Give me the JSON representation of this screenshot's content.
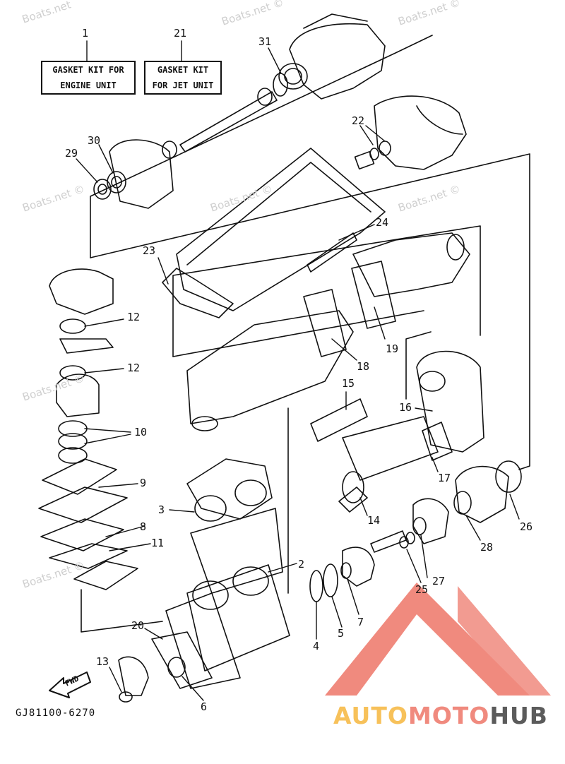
{
  "kit_boxes": [
    {
      "number": "1",
      "lines": [
        "GASKET KIT FOR",
        "ENGINE UNIT"
      ]
    },
    {
      "number": "21",
      "lines": [
        "GASKET KIT",
        "FOR JET UNIT"
      ]
    }
  ],
  "part_labels": [
    "31",
    "22",
    "30",
    "29",
    "24",
    "23",
    "12",
    "12",
    "19",
    "18",
    "15",
    "16",
    "10",
    "17",
    "9",
    "3",
    "14",
    "26",
    "28",
    "8",
    "11",
    "2",
    "25",
    "27",
    "7",
    "5",
    "4",
    "20",
    "13",
    "6"
  ],
  "watermarks": [
    "Boats.net",
    "Boats.net ©",
    "Boats.net ©",
    "Boats.net ©",
    "Boats.net ©",
    "Boats.net ©",
    "Boats.net ©",
    "Boats.net ©"
  ],
  "fwd_label": "FWD",
  "drawing_code": "GJ81100-6270",
  "brand": {
    "part1": "AUTO",
    "part2": "MOTO",
    "part3": "HUB",
    "triangle_color": "#f08a7e"
  }
}
